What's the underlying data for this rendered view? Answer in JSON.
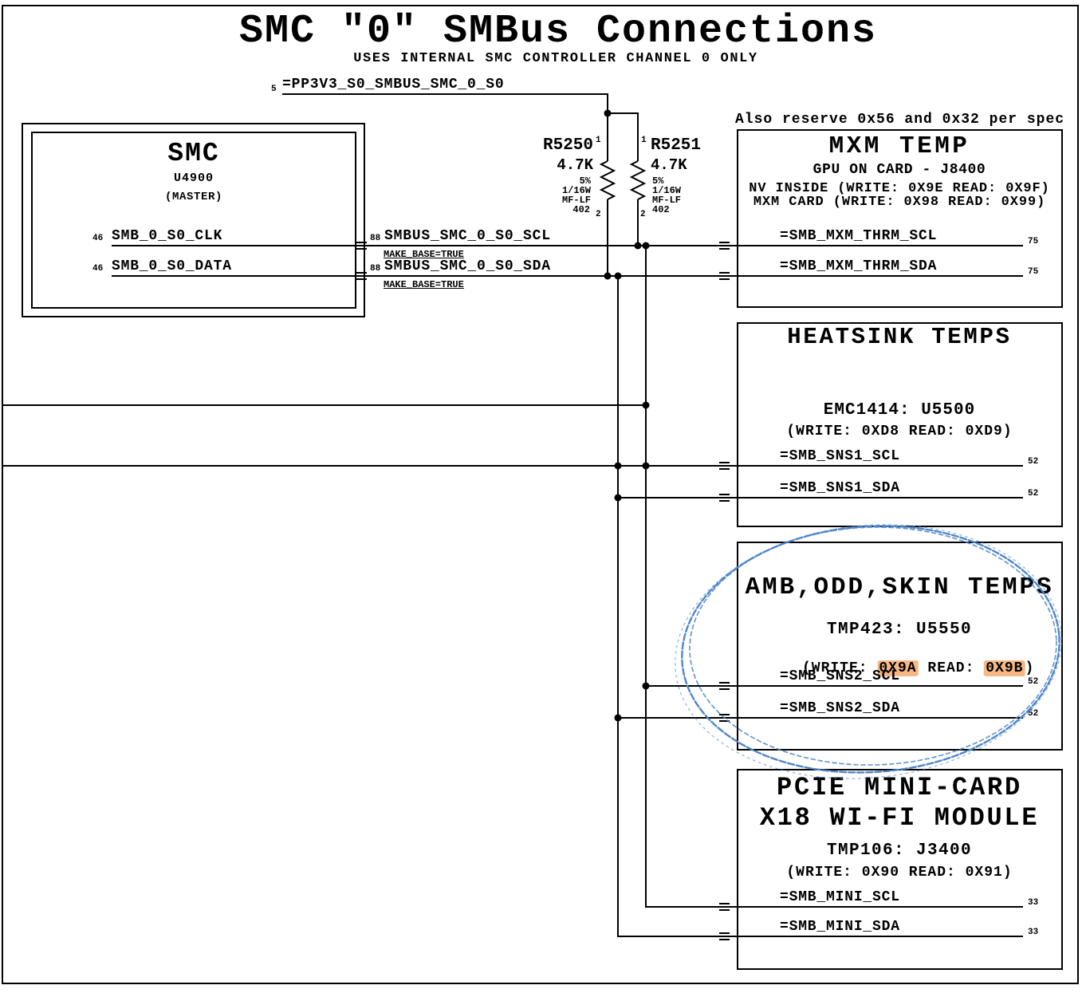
{
  "page": {
    "title": "SMC \"0\" SMBus Connections",
    "subtitle": "USES INTERNAL SMC CONTROLLER CHANNEL 0 ONLY",
    "spec_note": "Also reserve 0x56 and 0x32 per spec"
  },
  "power_net": {
    "ref_num": "5",
    "name": "=PP3V3_S0_SMBUS_SMC_0_S0"
  },
  "smc": {
    "title": "SMC",
    "refdes": "U4900",
    "role": "(MASTER)",
    "clk": {
      "pin": "46",
      "name": "SMB_0_S0_CLK"
    },
    "data": {
      "pin": "46",
      "name": "SMB_0_S0_DATA"
    },
    "scl_net": {
      "pin": "88",
      "name": "SMBUS_SMC_0_S0_SCL",
      "attr": "MAKE_BASE=TRUE"
    },
    "sda_net": {
      "pin": "88",
      "name": "SMBUS_SMC_0_S0_SDA",
      "attr": "MAKE_BASE=TRUE"
    }
  },
  "resistors": {
    "r5250": {
      "refdes": "R5250",
      "value": "4.7K",
      "tol": "5%",
      "power": "1/16W",
      "series": "MF-LF",
      "size": "402",
      "pin1": "1",
      "pin2": "2"
    },
    "r5251": {
      "refdes": "R5251",
      "value": "4.7K",
      "tol": "5%",
      "power": "1/16W",
      "series": "MF-LF",
      "size": "402",
      "pin1": "1",
      "pin2": "2"
    }
  },
  "mxm": {
    "title": "MXM TEMP",
    "line1": "GPU ON CARD - J8400",
    "line2": "NV INSIDE (WRITE: 0X9E READ: 0X9F)",
    "line3": "MXM CARD (WRITE: 0X98 READ: 0X99)",
    "scl": {
      "name": "=SMB_MXM_THRM_SCL",
      "pin": "75"
    },
    "sda": {
      "name": "=SMB_MXM_THRM_SDA",
      "pin": "75"
    }
  },
  "heatsink": {
    "title": "HEATSINK TEMPS",
    "device": "EMC1414: U5500",
    "address": "(WRITE: 0XD8 READ: 0XD9)",
    "scl": {
      "name": "=SMB_SNS1_SCL",
      "pin": "52"
    },
    "sda": {
      "name": "=SMB_SNS1_SDA",
      "pin": "52"
    }
  },
  "amb": {
    "title": "AMB,ODD,SKIN TEMPS",
    "device": "TMP423: U5550",
    "addr_prefix": "(WRITE: ",
    "addr_write": "0X9A",
    "addr_mid": " READ: ",
    "addr_read": "0X9B",
    "addr_suffix": ")",
    "scl": {
      "name": "=SMB_SNS2_SCL",
      "pin": "52"
    },
    "sda": {
      "name": "=SMB_SNS2_SDA",
      "pin": "52"
    }
  },
  "pcie": {
    "title_line1": "PCIE MINI-CARD",
    "title_line2": "X18 WI-FI MODULE",
    "device": "TMP106: J3400",
    "address": "(WRITE: 0X90 READ: 0X91)",
    "scl": {
      "name": "=SMB_MINI_SCL",
      "pin": "33"
    },
    "sda": {
      "name": "=SMB_MINI_SDA",
      "pin": "33"
    }
  },
  "colors": {
    "highlight": "#f2a05cbf",
    "annotation_blue": "#4f86c8",
    "ink": "#000000",
    "paper": "#ffffff"
  }
}
